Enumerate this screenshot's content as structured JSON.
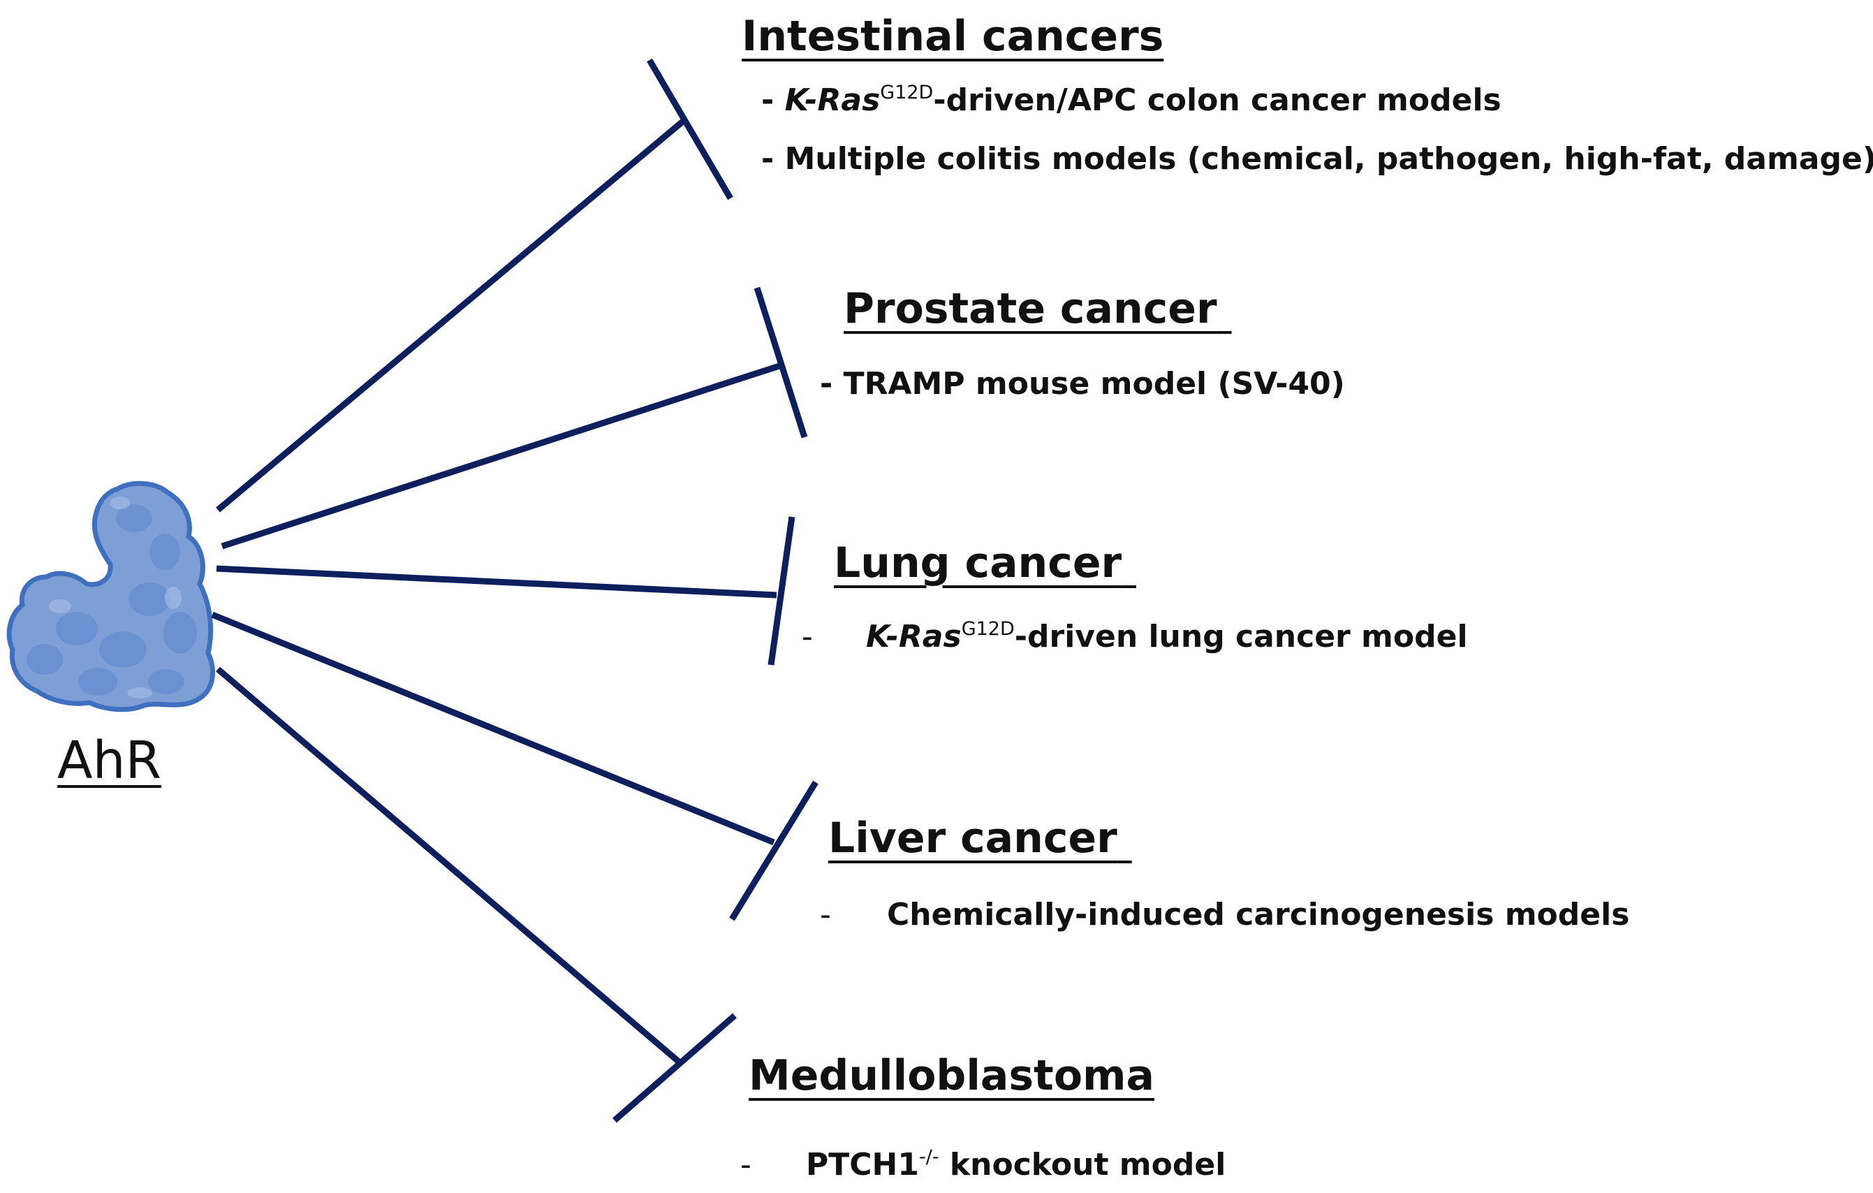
{
  "colors": {
    "inhibition_line": "#0d1f5c",
    "protein_fill": "#7e9fd6",
    "protein_edge": "#3f6fbf",
    "protein_shade": "#5d86cf"
  },
  "icons": {
    "protein": "ahr-protein-icon"
  },
  "source": {
    "label": "AhR"
  },
  "targets": [
    {
      "heading": "Intestinal cancers",
      "items": [
        {
          "dash": "- ",
          "gene": "K-Ras",
          "sup": "G12D",
          "text": "-driven/APC colon cancer models"
        },
        {
          "dash": "- ",
          "text": "Multiple colitis models (chemical, pathogen, high-fat, damage)"
        }
      ]
    },
    {
      "heading": "Prostate cancer",
      "items": [
        {
          "dash": "- ",
          "text": "TRAMP mouse model (SV-40)"
        }
      ]
    },
    {
      "heading": "Lung cancer",
      "items": [
        {
          "dash": "-",
          "gene": "K-Ras",
          "sup": "G12D",
          "text": "-driven lung cancer model"
        }
      ]
    },
    {
      "heading": "Liver cancer",
      "items": [
        {
          "dash": "-",
          "text": "Chemically-induced carcinogenesis models"
        }
      ]
    },
    {
      "heading": "Medulloblastoma",
      "items": [
        {
          "dash": "-",
          "gene": "PTCH1",
          "sup": "-/-",
          "text": " knockout model"
        }
      ]
    }
  ]
}
